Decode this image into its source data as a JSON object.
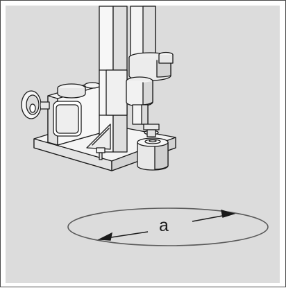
{
  "diagram": {
    "dimension_label": "a",
    "colors": {
      "panel_background": "#dcdcdc",
      "line": "#1a1a1a",
      "metal_light": "#f4f4f4",
      "metal_shade": "#c8c8c8"
    },
    "icons": [
      "drill-press-machine",
      "measurement-ellipse",
      "dimension-arrow"
    ]
  }
}
